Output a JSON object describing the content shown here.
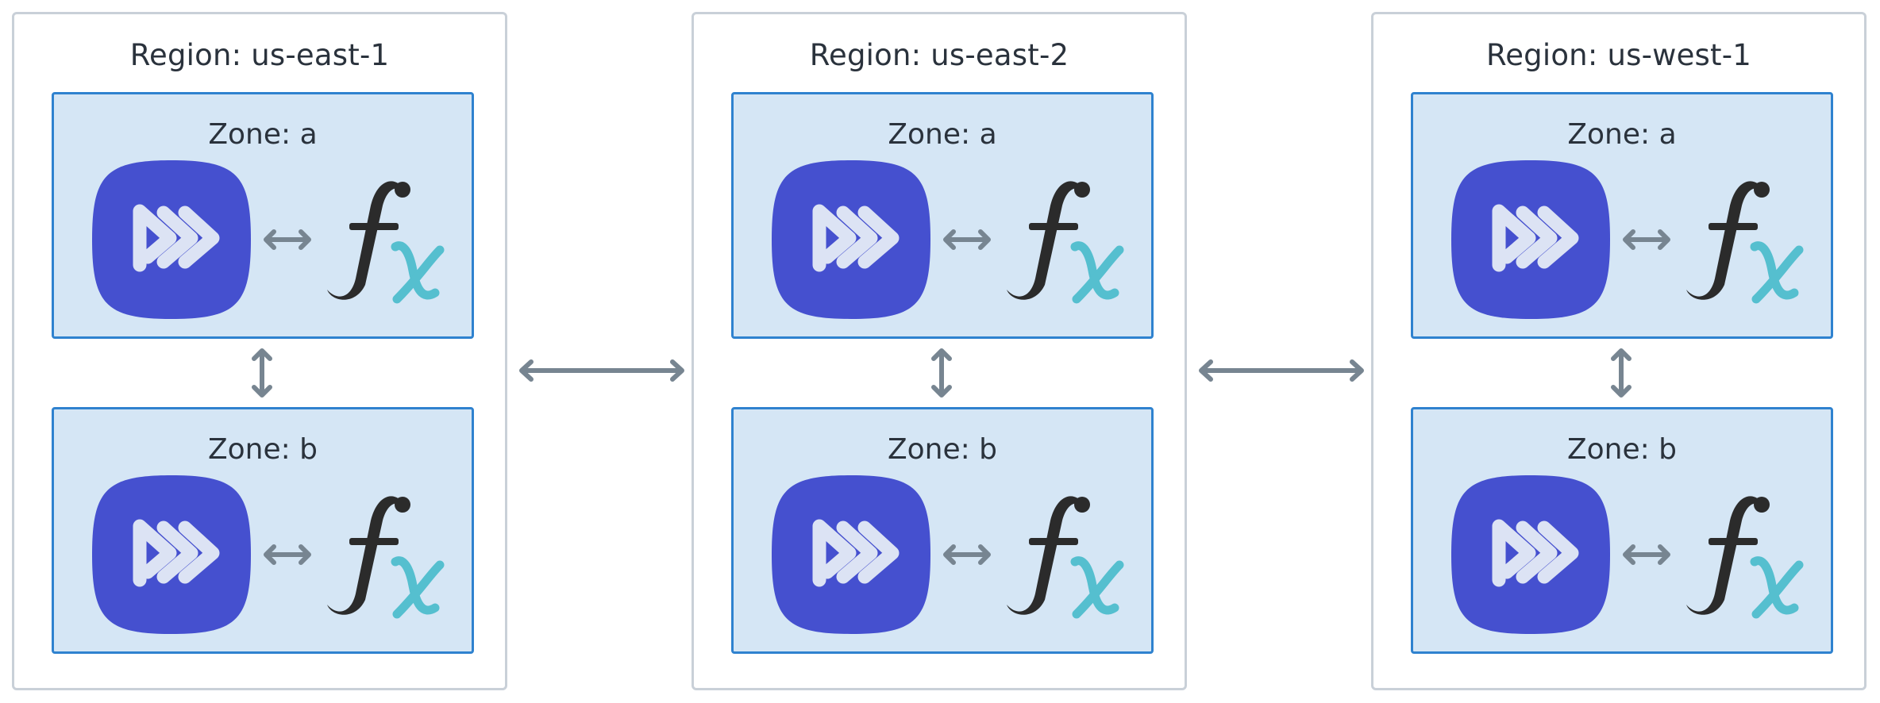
{
  "regions": [
    {
      "title": "Region: us-east-1",
      "zones": [
        {
          "title": "Zone: a",
          "service_icon": "fast-forward-play-icon",
          "function_icon": "fx-function-icon"
        },
        {
          "title": "Zone: b",
          "service_icon": "fast-forward-play-icon",
          "function_icon": "fx-function-icon"
        }
      ]
    },
    {
      "title": "Region: us-east-2",
      "zones": [
        {
          "title": "Zone: a",
          "service_icon": "fast-forward-play-icon",
          "function_icon": "fx-function-icon"
        },
        {
          "title": "Zone: b",
          "service_icon": "fast-forward-play-icon",
          "function_icon": "fx-function-icon"
        }
      ]
    },
    {
      "title": "Region: us-west-1",
      "zones": [
        {
          "title": "Zone: a",
          "service_icon": "fast-forward-play-icon",
          "function_icon": "fx-function-icon"
        },
        {
          "title": "Zone: b",
          "service_icon": "fast-forward-play-icon",
          "function_icon": "fx-function-icon"
        }
      ]
    }
  ],
  "colors": {
    "region_border": "#c9d0d8",
    "zone_fill": "#d5e6f5",
    "zone_border": "#2f82cf",
    "app_icon_fill": "#4550cf",
    "app_icon_glyph": "#dce3f4",
    "fx_f": "#2b2b2b",
    "fx_x": "#55bfcf",
    "connector": "#778591"
  }
}
